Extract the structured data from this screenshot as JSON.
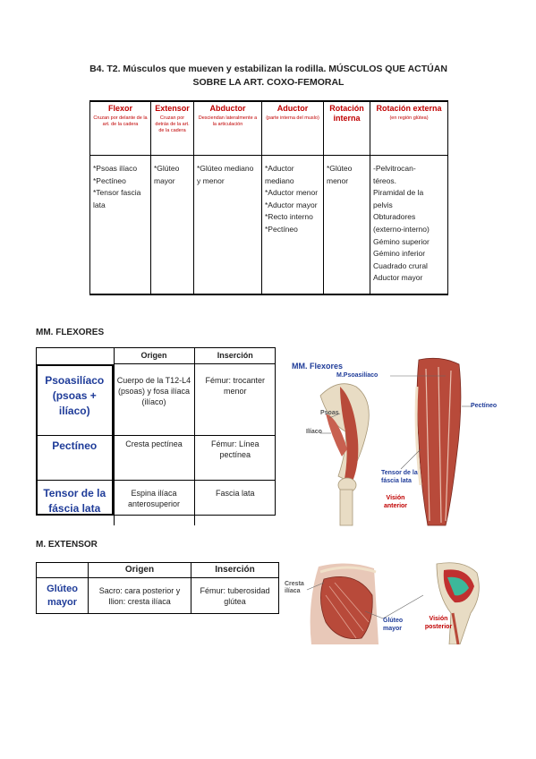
{
  "title": {
    "line1": "B4. T2. Músculos que mueven y estabilizan la rodilla. MÚSCULOS QUE ACTÚAN",
    "line2": "SOBRE LA ART. COXO-FEMORAL"
  },
  "main_table": {
    "headers": [
      {
        "title": "Flexor",
        "sub": "Cruzan por delante de la art. de la cadera"
      },
      {
        "title": "Extensor",
        "sub": "Cruzan por detrás de la art. de la cadera"
      },
      {
        "title": "Abductor",
        "sub": "Desciendan lateralmente a la articulación"
      },
      {
        "title": "Aductor",
        "sub": "(parte interna del muslo)"
      },
      {
        "title": "Rotación interna",
        "sub": ""
      },
      {
        "title": "Rotación externa",
        "sub": "(en región glútea)"
      }
    ],
    "cells": [
      [
        "*Psoas ilíaco",
        "*Pectíneo",
        "*Tensor fascia lata"
      ],
      [
        "*Glúteo mayor"
      ],
      [
        "*Glúteo mediano y menor"
      ],
      [
        "*Aductor mediano",
        "*Aductor menor",
        "*Aductor mayor",
        "*Recto interno",
        "*Pectíneo"
      ],
      [
        "*Glúteo menor"
      ],
      [
        "-Pelvitrocan-",
        "téreos.",
        "Piramidal de la",
        "pelvis",
        "Obturadores",
        "(externo-interno)",
        "Gémino superior",
        "Gémino inferior",
        "Cuadrado crural",
        "Aductor mayor"
      ]
    ]
  },
  "flexores": {
    "heading": "MM. FLEXORES",
    "col_origen": "Origen",
    "col_insercion": "Inserción",
    "rows": [
      {
        "label": "Psoasilíaco (psoas + ilíaco)",
        "origen": "Cuerpo de la T12-L4 (psoas) y fosa ilíaca (ilíaco)",
        "insercion": "Fémur: trocanter menor"
      },
      {
        "label": "Pectíneo",
        "origen": "Cresta pectínea",
        "insercion": "Fémur: Línea pectínea"
      },
      {
        "label": "Tensor de la fáscia lata",
        "origen": "Espina ilíaca anterosuperior",
        "insercion": "Fascia lata"
      }
    ],
    "figure": {
      "title": "MM. Flexores",
      "labels": {
        "psoasiliaco": "M.Psoasilíaco",
        "psoas": "Psoas",
        "iliaco": "Ilíaco",
        "pectineo": "Pectíneo",
        "tensor": "Tensor de la fáscia lata",
        "vision": "Visión anterior"
      }
    }
  },
  "extensor": {
    "heading": "M. EXTENSOR",
    "col_origen": "Origen",
    "col_insercion": "Inserción",
    "row": {
      "label": "Glúteo mayor",
      "origen": "Sacro: cara posterior y Ilion: cresta ilíaca",
      "insercion": "Fémur: tuberosidad glútea"
    },
    "figure": {
      "labels": {
        "cresta": "Cresta ilíaca",
        "gluteo": "Glúteo mayor",
        "vision": "Visión posterior"
      }
    }
  },
  "colors": {
    "red": "#c00000",
    "blue": "#1f3c99",
    "muscle": "#b84a3a",
    "bone": "#e8dcc4"
  }
}
